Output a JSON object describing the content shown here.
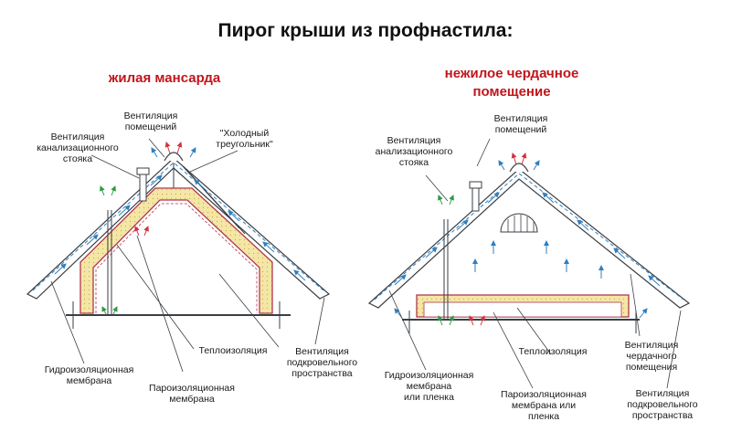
{
  "title": "Пирог крыши из профнастила:",
  "left": {
    "subtitle": "жилая мансарда",
    "labels": {
      "vent_rooms_1": "Вентиляция",
      "vent_rooms_2": "помещений",
      "vent_riser_1": "Вентиляция",
      "vent_riser_2": "канализационного",
      "vent_riser_3": "стояка",
      "cold_1": "\"Холодный",
      "cold_2": "треугольник\"",
      "insulation": "Теплоизоляция",
      "hydro_1": "Гидроизоляционная",
      "hydro_2": "мембрана",
      "vapor_1": "Пароизоляционная",
      "vapor_2": "мембрана",
      "underroof_1": "Вентиляция",
      "underroof_2": "подкровельного",
      "underroof_3": "пространства"
    }
  },
  "right": {
    "subtitle_1": "нежилое чердачное",
    "subtitle_2": "помещение",
    "labels": {
      "vent_rooms_1": "Вентиляция",
      "vent_rooms_2": "помещений",
      "vent_riser_1": "Вентиляция",
      "vent_riser_2": "анализационного",
      "vent_riser_3": "стояка",
      "insulation": "Теплоизоляция",
      "attic_1": "Вентиляция",
      "attic_2": "чердачного",
      "attic_3": "помещения",
      "hydro_1": "Гидроизоляционная",
      "hydro_2": "мембрана",
      "hydro_3": "или пленка",
      "vapor_1": "Пароизоляционная",
      "vapor_2": "мембрана или",
      "vapor_3": "пленка",
      "underroof_1": "Вентиляция",
      "underroof_2": "подкровельного",
      "underroof_3": "пространства"
    }
  },
  "colors": {
    "insulation_fill": "#f4e6a6",
    "insulation_border": "#b0364e",
    "airflow": "#2f7fc0",
    "vent_green": "#2f9a45",
    "vent_red": "#d0343d",
    "line": "#3a3f44"
  }
}
